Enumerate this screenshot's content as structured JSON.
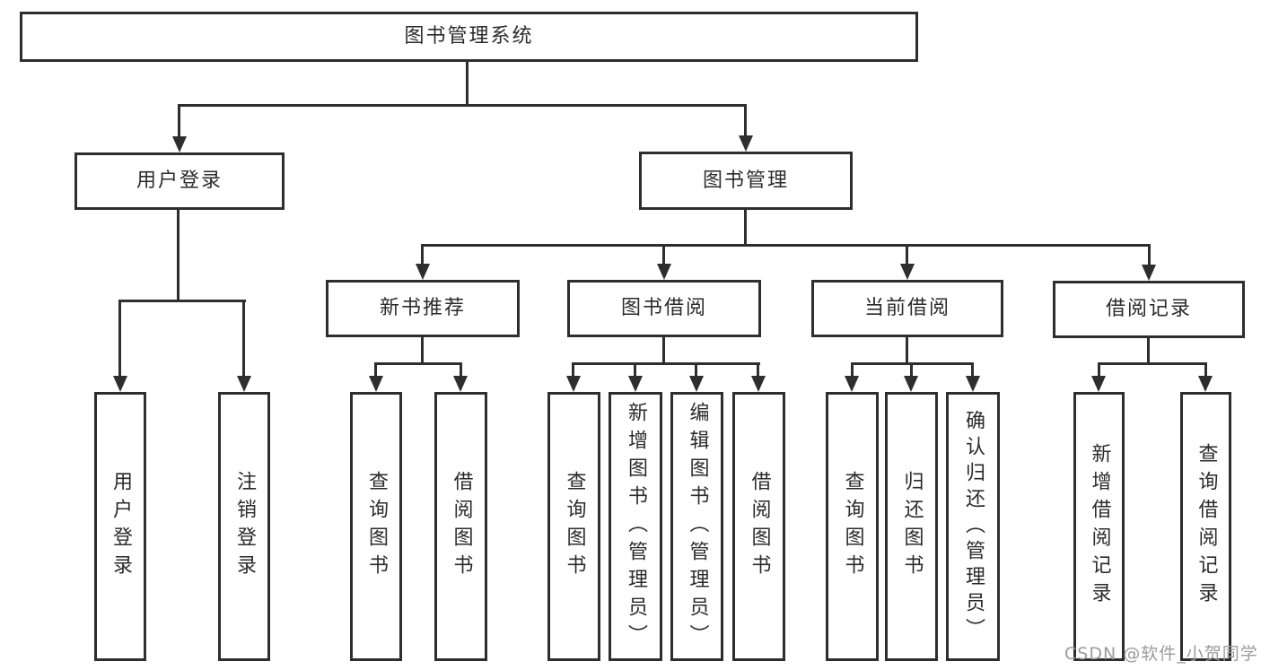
{
  "tree": {
    "root": "图书管理系统",
    "branches": [
      {
        "label": "用户登录",
        "children": [
          "用户登录",
          "注销登录"
        ]
      },
      {
        "label": "图书管理",
        "children": [
          {
            "label": "新书推荐",
            "children": [
              "查询图书",
              "借阅图书"
            ]
          },
          {
            "label": "图书借阅",
            "children": [
              "查询图书",
              "新增图书（管理员）",
              "编辑图书（管理员）",
              "借阅图书"
            ]
          },
          {
            "label": "当前借阅",
            "children": [
              "查询图书",
              "归还图书",
              "确认归还（管理员）"
            ]
          },
          {
            "label": "借阅记录",
            "children": [
              "新增借阅记录",
              "查询借阅记录"
            ]
          }
        ]
      }
    ]
  },
  "watermark": "CSDN @软件_小贺同学",
  "colors": {
    "line": "#2e2e2e",
    "box_border": "#2e2e2e",
    "box_fill": "#ffffff",
    "background": "#ffffff",
    "watermark": "#9b9ba1"
  }
}
